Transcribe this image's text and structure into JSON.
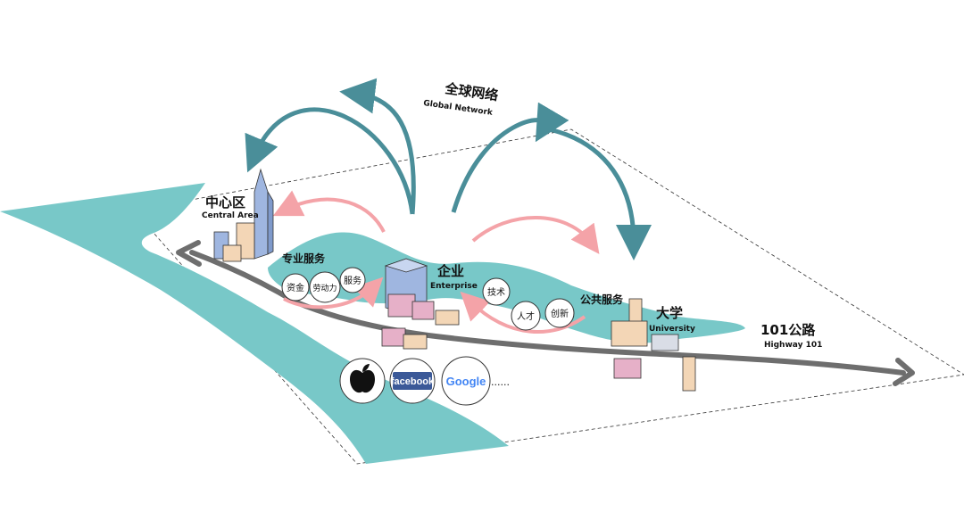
{
  "global_network": {
    "zh": "全球网络",
    "en": "Global Network"
  },
  "central_area": {
    "zh": "中心区",
    "en": "Central Area"
  },
  "professional_services": {
    "zh": "专业服务",
    "items": [
      "资金",
      "劳动力",
      "服务"
    ]
  },
  "enterprise": {
    "zh": "企业",
    "en": "Enterprise"
  },
  "public_services": {
    "zh": "公共服务",
    "items": [
      "技术",
      "人才",
      "创新"
    ]
  },
  "university": {
    "zh": "大学",
    "en": "University"
  },
  "highway": {
    "zh": "101公路",
    "en": "Highway 101"
  },
  "companies": {
    "items": [
      "apple-logo",
      "facebook",
      "Google"
    ],
    "ellipsis": "......"
  },
  "colors": {
    "water": "#78C8C8",
    "arc_teal": "#4A8E99",
    "arc_pink": "#F4A3A8",
    "road": "#6E6E6E",
    "building_pink": "#E6B0C8",
    "building_blue": "#9FB6E0",
    "building_tan": "#F3D6B6"
  }
}
